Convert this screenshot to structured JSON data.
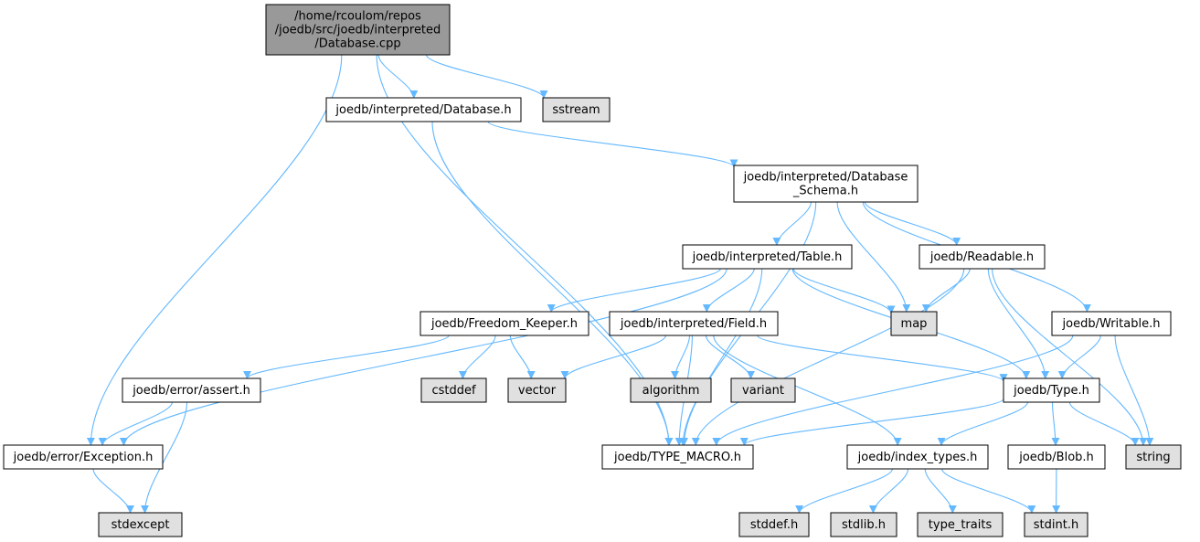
{
  "colors": {
    "root_fill": "#999999",
    "header_fill": "#ffffff",
    "system_fill": "#e0e0e0",
    "edge": "#63b8ff"
  },
  "nodes": [
    {
      "id": "root",
      "kind": "root",
      "lines": [
        "/home/rcoulom/repos",
        "/joedb/src/joedb/interpreted",
        "/Database.cpp"
      ]
    },
    {
      "id": "db_h",
      "kind": "header",
      "lines": [
        "joedb/interpreted/Database.h"
      ]
    },
    {
      "id": "sstream",
      "kind": "system",
      "lines": [
        "sstream"
      ]
    },
    {
      "id": "schema_h",
      "kind": "header",
      "lines": [
        "joedb/interpreted/Database",
        "_Schema.h"
      ]
    },
    {
      "id": "table_h",
      "kind": "header",
      "lines": [
        "joedb/interpreted/Table.h"
      ]
    },
    {
      "id": "readable_h",
      "kind": "header",
      "lines": [
        "joedb/Readable.h"
      ]
    },
    {
      "id": "map",
      "kind": "system",
      "lines": [
        "map"
      ]
    },
    {
      "id": "writable_h",
      "kind": "header",
      "lines": [
        "joedb/Writable.h"
      ]
    },
    {
      "id": "freedom_h",
      "kind": "header",
      "lines": [
        "joedb/Freedom_Keeper.h"
      ]
    },
    {
      "id": "field_h",
      "kind": "header",
      "lines": [
        "joedb/interpreted/Field.h"
      ]
    },
    {
      "id": "assert_h",
      "kind": "header",
      "lines": [
        "joedb/error/assert.h"
      ]
    },
    {
      "id": "cstddef",
      "kind": "system",
      "lines": [
        "cstddef"
      ]
    },
    {
      "id": "vector",
      "kind": "system",
      "lines": [
        "vector"
      ]
    },
    {
      "id": "algorithm",
      "kind": "system",
      "lines": [
        "algorithm"
      ]
    },
    {
      "id": "variant",
      "kind": "system",
      "lines": [
        "variant"
      ]
    },
    {
      "id": "type_h",
      "kind": "header",
      "lines": [
        "joedb/Type.h"
      ]
    },
    {
      "id": "exception_h",
      "kind": "header",
      "lines": [
        "joedb/error/Exception.h"
      ]
    },
    {
      "id": "type_macro_h",
      "kind": "header",
      "lines": [
        "joedb/TYPE_MACRO.h"
      ]
    },
    {
      "id": "index_types_h",
      "kind": "header",
      "lines": [
        "joedb/index_types.h"
      ]
    },
    {
      "id": "blob_h",
      "kind": "header",
      "lines": [
        "joedb/Blob.h"
      ]
    },
    {
      "id": "string",
      "kind": "system",
      "lines": [
        "string"
      ]
    },
    {
      "id": "stdexcept",
      "kind": "system",
      "lines": [
        "stdexcept"
      ]
    },
    {
      "id": "stddef_h",
      "kind": "system",
      "lines": [
        "stddef.h"
      ]
    },
    {
      "id": "stdlib_h",
      "kind": "system",
      "lines": [
        "stdlib.h"
      ]
    },
    {
      "id": "type_traits",
      "kind": "system",
      "lines": [
        "type_traits"
      ]
    },
    {
      "id": "stdint_h",
      "kind": "system",
      "lines": [
        "stdint.h"
      ]
    }
  ],
  "edges": [
    [
      "root",
      "exception_h"
    ],
    [
      "root",
      "type_macro_h"
    ],
    [
      "root",
      "db_h"
    ],
    [
      "root",
      "sstream"
    ],
    [
      "db_h",
      "type_macro_h"
    ],
    [
      "db_h",
      "schema_h"
    ],
    [
      "schema_h",
      "type_macro_h"
    ],
    [
      "schema_h",
      "table_h"
    ],
    [
      "schema_h",
      "map"
    ],
    [
      "schema_h",
      "readable_h"
    ],
    [
      "schema_h",
      "writable_h"
    ],
    [
      "table_h",
      "exception_h"
    ],
    [
      "table_h",
      "freedom_h"
    ],
    [
      "table_h",
      "field_h"
    ],
    [
      "table_h",
      "type_macro_h"
    ],
    [
      "table_h",
      "map"
    ],
    [
      "table_h",
      "type_h"
    ],
    [
      "readable_h",
      "map"
    ],
    [
      "readable_h",
      "type_macro_h"
    ],
    [
      "readable_h",
      "type_h"
    ],
    [
      "readable_h",
      "string"
    ],
    [
      "writable_h",
      "type_macro_h"
    ],
    [
      "writable_h",
      "type_h"
    ],
    [
      "writable_h",
      "string"
    ],
    [
      "freedom_h",
      "assert_h"
    ],
    [
      "freedom_h",
      "cstddef"
    ],
    [
      "freedom_h",
      "vector"
    ],
    [
      "field_h",
      "vector"
    ],
    [
      "field_h",
      "algorithm"
    ],
    [
      "field_h",
      "variant"
    ],
    [
      "field_h",
      "type_macro_h"
    ],
    [
      "field_h",
      "index_types_h"
    ],
    [
      "field_h",
      "type_h"
    ],
    [
      "assert_h",
      "exception_h"
    ],
    [
      "assert_h",
      "stdexcept"
    ],
    [
      "exception_h",
      "stdexcept"
    ],
    [
      "type_h",
      "type_macro_h"
    ],
    [
      "type_h",
      "index_types_h"
    ],
    [
      "type_h",
      "blob_h"
    ],
    [
      "type_h",
      "string"
    ],
    [
      "index_types_h",
      "stddef_h"
    ],
    [
      "index_types_h",
      "stdlib_h"
    ],
    [
      "index_types_h",
      "type_traits"
    ],
    [
      "index_types_h",
      "stdint_h"
    ],
    [
      "blob_h",
      "stdint_h"
    ]
  ]
}
